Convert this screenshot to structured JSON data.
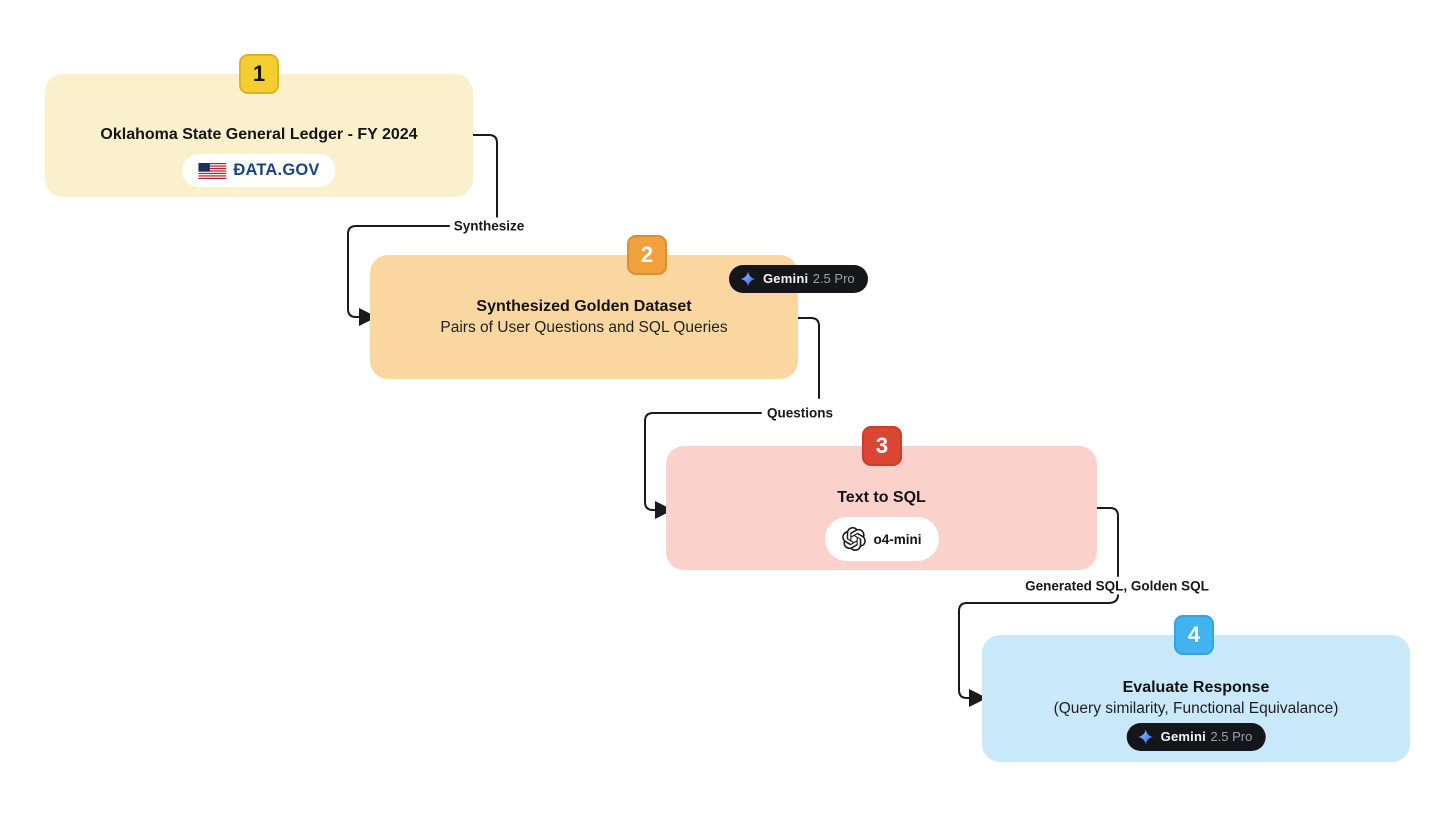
{
  "canvas": {
    "background": "#ffffff",
    "connector_color": "#1a1a1a"
  },
  "nodes": [
    {
      "number": "1",
      "title": "Oklahoma State General Ledger - FY 2024",
      "bg": "#FBF0CC",
      "badge_bg": "#F3CE31",
      "badge_border": "#DCB423",
      "badge_text_color": "#161616",
      "source_badge": {
        "icon": "us-flag-icon",
        "label": "ĐATA.GOV",
        "text_color": "#1A4480",
        "bg": "#ffffff"
      }
    },
    {
      "number": "2",
      "title": "Synthesized Golden Dataset",
      "subtitle": "Pairs of User Questions and SQL Queries",
      "bg": "#FAD7A0",
      "badge_bg": "#F0A03C",
      "badge_border": "#DD8E2E",
      "badge_text_color": "#ffffff",
      "model_badge": {
        "icon": "gemini-sparkle-icon",
        "name": "Gemini",
        "version": "2.5 Pro",
        "bg": "#15161A"
      }
    },
    {
      "number": "3",
      "title": "Text to SQL",
      "bg": "#FBD2CB",
      "badge_bg": "#DB4534",
      "badge_border": "#CE3D2B",
      "badge_text_color": "#ffffff",
      "model_badge": {
        "icon": "openai-logo-icon",
        "name": "o4-mini",
        "bg": "#ffffff"
      }
    },
    {
      "number": "4",
      "title": "Evaluate Response",
      "subtitle": "(Query similarity, Functional Equivalance)",
      "bg": "#C9E8FA",
      "badge_bg": "#41B3EF",
      "badge_border": "#33A5E4",
      "badge_text_color": "#ffffff",
      "model_badge": {
        "icon": "gemini-sparkle-icon",
        "name": "Gemini",
        "version": "2.5 Pro",
        "bg": "#15161A"
      }
    }
  ],
  "edges": [
    {
      "label": "Synthesize"
    },
    {
      "label": "Questions"
    },
    {
      "label": "Generated SQL, Golden SQL"
    }
  ]
}
